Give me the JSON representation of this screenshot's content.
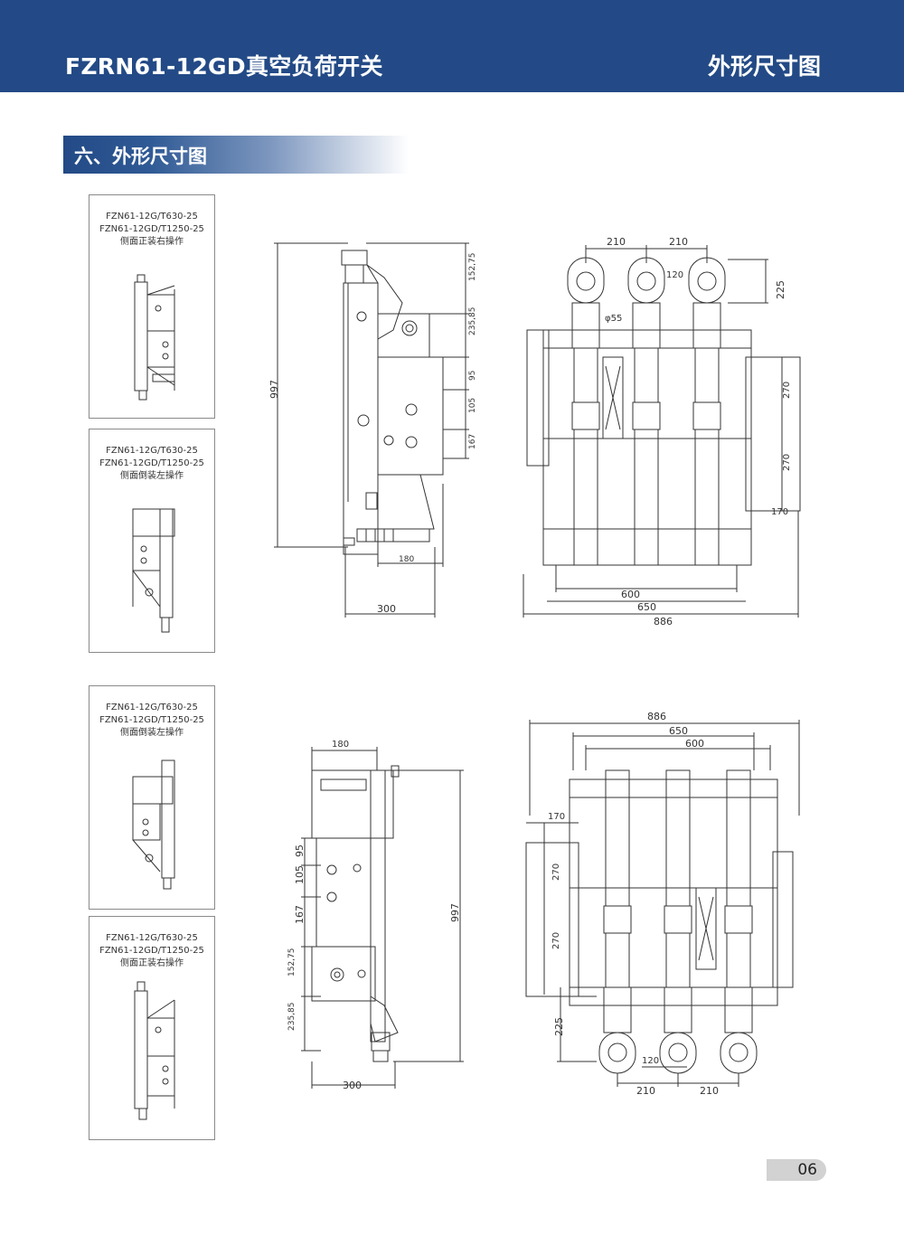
{
  "header": {
    "title_left": "FZRN61-12GD真空负荷开关",
    "title_right": "外形尺寸图"
  },
  "section": {
    "title": "六、外形尺寸图"
  },
  "panels": [
    {
      "line1": "FZN61-12G/T630-25",
      "line2": "FZN61-12GD/T1250-25",
      "line3": "侧面正装右操作"
    },
    {
      "line1": "FZN61-12G/T630-25",
      "line2": "FZN61-12GD/T1250-25",
      "line3": "侧面倒装左操作"
    },
    {
      "line1": "FZN61-12G/T630-25",
      "line2": "FZN61-12GD/T1250-25",
      "line3": "侧面倒装左操作"
    },
    {
      "line1": "FZN61-12G/T630-25",
      "line2": "FZN61-12GD/T1250-25",
      "line3": "侧面正装右操作"
    }
  ],
  "side_view_top": {
    "height": "997",
    "d152": "152,75",
    "d235": "235,85",
    "d95": "95",
    "d105": "105",
    "d167": "167",
    "d180": "180",
    "d300": "300"
  },
  "front_view_top": {
    "d210a": "210",
    "d210b": "210",
    "d120": "120",
    "d225": "225",
    "phi55": "φ55",
    "d270a": "270",
    "d270b": "270",
    "d170": "170",
    "d600": "600",
    "d650": "650",
    "d886": "886"
  },
  "side_view_bottom": {
    "d180": "180",
    "d95": "95",
    "d105": "105",
    "d167": "167",
    "d152": "152,75",
    "d235": "235,85",
    "height": "997",
    "d300": "300"
  },
  "front_view_bottom": {
    "d886": "886",
    "d650": "650",
    "d600": "600",
    "d170": "170",
    "d270a": "270",
    "d270b": "270",
    "d225": "225",
    "d120": "120",
    "d210a": "210",
    "d210b": "210"
  },
  "page": {
    "number": "06"
  }
}
